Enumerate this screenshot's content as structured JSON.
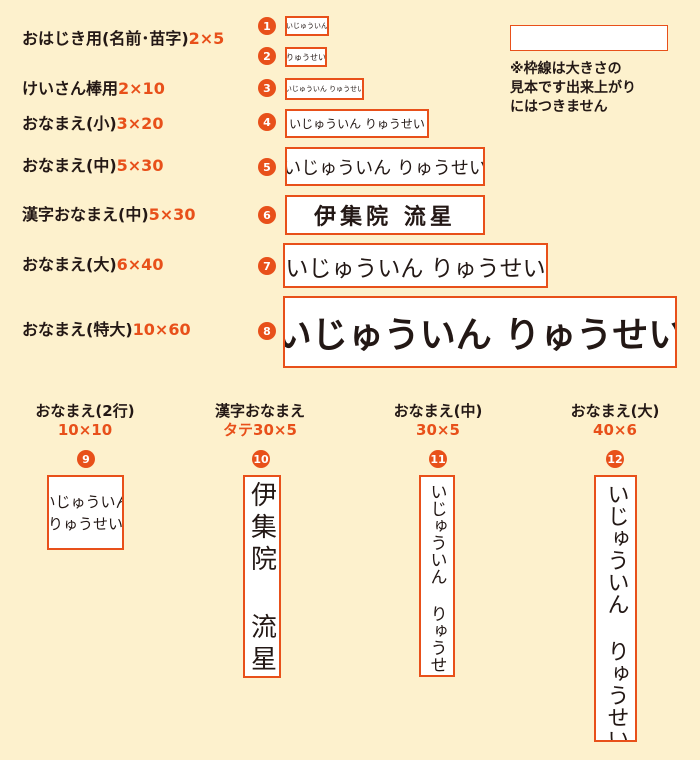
{
  "rows": [
    {
      "num": "1",
      "name": "おはじき用(名前･苗字)",
      "size": "2×5",
      "sample": "いじゅういん"
    },
    {
      "num": "2",
      "name": "",
      "size": "",
      "sample": "りゅうせい"
    },
    {
      "num": "3",
      "name": "けいさん棒用",
      "size": "2×10",
      "sample": "いじゅういん りゅうせい"
    },
    {
      "num": "4",
      "name": "おなまえ(小)",
      "size": "3×20",
      "sample": "いじゅういん りゅうせい"
    },
    {
      "num": "5",
      "name": "おなまえ(中)",
      "size": "5×30",
      "sample": "いじゅういん りゅうせい"
    },
    {
      "num": "6",
      "name": "漢字おなまえ(中)",
      "size": "5×30",
      "sample": "伊集院 流星"
    },
    {
      "num": "7",
      "name": "おなまえ(大)",
      "size": "6×40",
      "sample": "いじゅういん りゅうせい"
    },
    {
      "num": "8",
      "name": "おなまえ(特大)",
      "size": "10×60",
      "sample": "いじゅういん りゅうせい"
    }
  ],
  "note": {
    "line1": "※枠線は大きさの",
    "line2": "見本です出来上がり",
    "line3": "にはつきません"
  },
  "columns": [
    {
      "num": "9",
      "title": "おなまえ(2行)",
      "size": "10×10",
      "line1": "いじゅういん",
      "line2": "りゅうせい"
    },
    {
      "num": "10",
      "title": "漢字おなまえ",
      "size": "タテ30×5",
      "sample": "伊集院 流星"
    },
    {
      "num": "11",
      "title": "おなまえ(中)",
      "size": "30×5",
      "sample": "いじゅういん りゅうせい"
    },
    {
      "num": "12",
      "title": "おなまえ(大)",
      "size": "40×6",
      "sample": "いじゅういん りゅうせい"
    }
  ],
  "colors": {
    "accent": "#e8501a",
    "background": "#fdf1cd",
    "text": "#231815"
  }
}
